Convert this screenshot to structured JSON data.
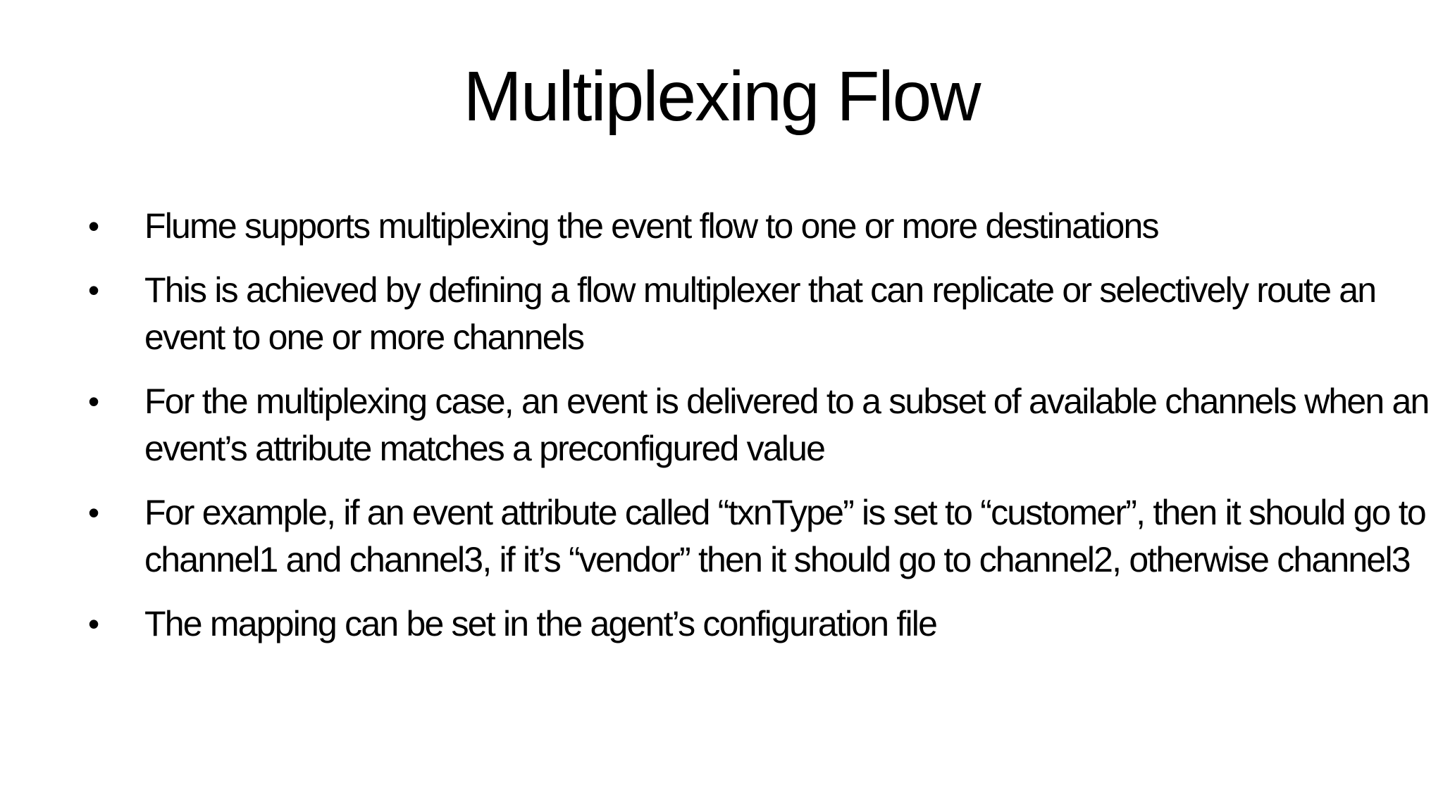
{
  "slide": {
    "title": "Multiplexing Flow",
    "bullet_glyph": "•",
    "colors": {
      "background": "#ffffff",
      "text": "#000000"
    },
    "bullets": [
      {
        "text": "Flume supports multiplexing the event flow to one or more destinations"
      },
      {
        "text": "This is achieved by defining a flow multiplexer that can replicate or selectively route an event to one or more channels"
      },
      {
        "text": "For the multiplexing case, an event is delivered to a subset of available channels when an event’s attribute matches a preconfigured value"
      },
      {
        "text": "For example, if an event attribute called “txnType” is set to “customer”, then it should go to channel1 and channel3, if it’s “vendor” then it should go to channel2, otherwise channel3"
      },
      {
        "text": "The mapping can be set in the agent’s configuration file"
      }
    ]
  }
}
